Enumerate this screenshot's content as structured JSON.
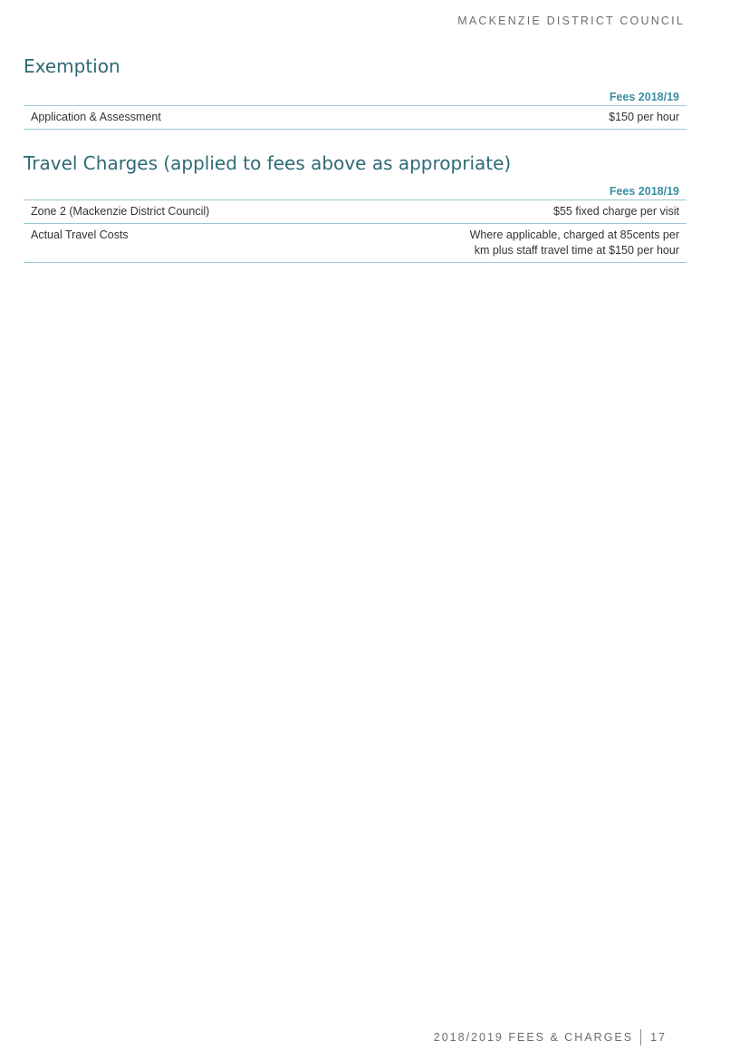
{
  "header": {
    "organisation": "MACKENZIE DISTRICT COUNCIL"
  },
  "sections": [
    {
      "title": "Exemption",
      "fee_header": "Fees 2018/19",
      "rows": [
        {
          "item": "Application & Assessment",
          "fee": "$150 per hour"
        }
      ]
    },
    {
      "title": "Travel Charges (applied to fees above as appropriate)",
      "fee_header": "Fees 2018/19",
      "rows": [
        {
          "item": "Zone 2 (Mackenzie District Council)",
          "fee": "$55 fixed charge per visit"
        },
        {
          "item": "Actual Travel Costs",
          "fee_line1": "Where applicable, charged at 85cents per",
          "fee_line2": "km plus staff travel time at $150 per hour"
        }
      ]
    }
  ],
  "footer": {
    "label": "2018/2019 FEES & CHARGES",
    "page_number": "17"
  },
  "colors": {
    "title": "#2e6a76",
    "fee_header": "#3a8fa0",
    "rule": "#9cc9d2"
  }
}
